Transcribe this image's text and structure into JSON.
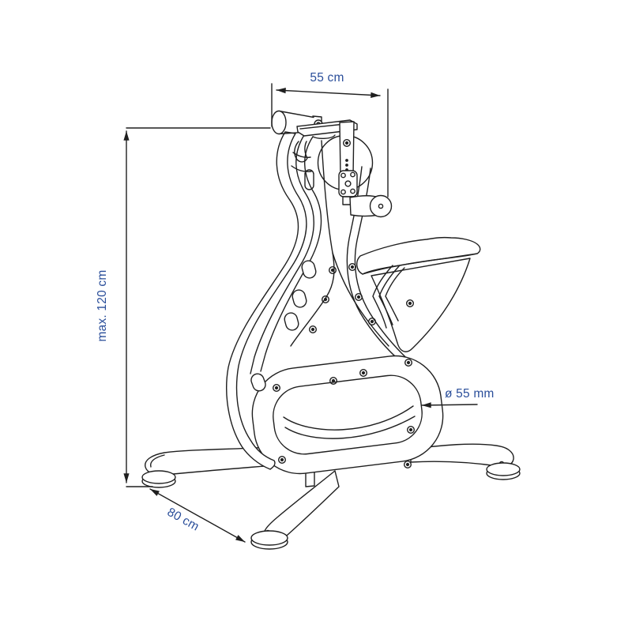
{
  "figure": {
    "type": "technical-dimension-drawing",
    "subject": "Upper-body arm-crank exercise trainer (hand ergometer), three-quarter line-art view with dimension arrows",
    "labels": {
      "width": "55 cm",
      "height": "max. 120 cm",
      "depth": "80 cm",
      "crank_diameter": "ø 55 mm"
    },
    "colors": {
      "line": "#1f1f1f",
      "dimension_text": "#2a4e9a",
      "background": "#ffffff"
    }
  }
}
